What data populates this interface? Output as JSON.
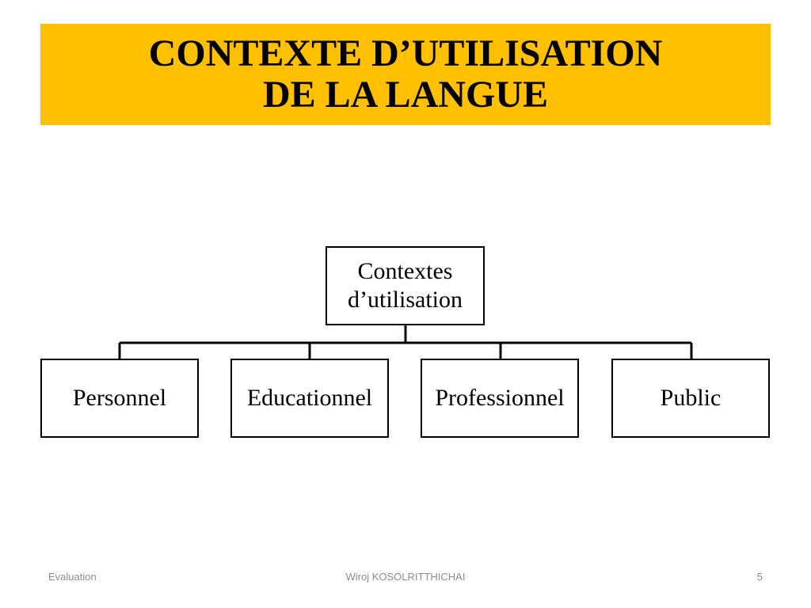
{
  "slide": {
    "title_lines": [
      "CONTEXTE D’UTILISATION",
      "DE LA LANGUE"
    ],
    "banner_color": "#ffc000"
  },
  "diagram": {
    "root": {
      "lines": [
        "Contextes",
        "d’utilisation"
      ]
    },
    "children": [
      {
        "label": "Personnel"
      },
      {
        "label": "Educationnel"
      },
      {
        "label": "Professionnel"
      },
      {
        "label": "Public"
      }
    ]
  },
  "footer": {
    "left": "Evaluation",
    "center": "Wiroj KOSOLRITTHICHAI",
    "page_number": "5"
  }
}
